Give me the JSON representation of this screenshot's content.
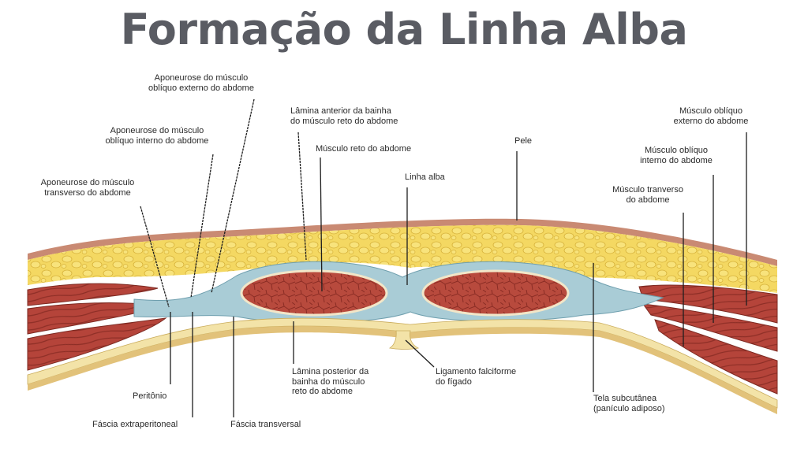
{
  "title": "Formação da Linha Alba",
  "labels": {
    "ap_obliquo_externo": [
      "Aponeurose do músculo",
      "oblíquo externo do abdome"
    ],
    "ap_obliquo_interno": [
      "Aponeurose do músculo",
      "oblíquo interno do abdome"
    ],
    "ap_transverso": [
      "Aponeurose do músculo",
      "transverso do abdome"
    ],
    "lamina_anterior": [
      "Lâmina anterior da bainha",
      "do músculo reto do abdome"
    ],
    "musculo_reto": [
      "Músculo reto do abdome"
    ],
    "linha_alba": [
      "Linha alba"
    ],
    "pele": [
      "Pele"
    ],
    "musculo_obliquo_externo": [
      "Músculo oblíquo",
      "externo do abdome"
    ],
    "musculo_obliquo_interno": [
      "Músculo oblíquo",
      "interno do abdome"
    ],
    "musculo_transverso": [
      "Músculo tranverso",
      "do abdome"
    ],
    "peritonio": [
      "Peritônio"
    ],
    "fascia_extraperitoneal": [
      "Fáscia extraperitoneal"
    ],
    "fascia_transversal": [
      "Fáscia transversal"
    ],
    "lamina_posterior": [
      "Lâmina posterior da",
      "bainha do músculo",
      "reto do abdome"
    ],
    "ligamento_falciforme": [
      "Ligamento falciforme",
      "do fígado"
    ],
    "tela_subcutanea": [
      "Tela subcutânea",
      "(panículo adiposo)"
    ]
  },
  "colors": {
    "skin": "#c98a73",
    "fat": "#f2d35b",
    "fat_dark": "#d9b23a",
    "aponeurosis": "#a9ccd6",
    "muscle": "#b5443a",
    "muscle_dark": "#8d2e26",
    "fascia": "#f3e3a8",
    "title": "#5a5c63"
  }
}
